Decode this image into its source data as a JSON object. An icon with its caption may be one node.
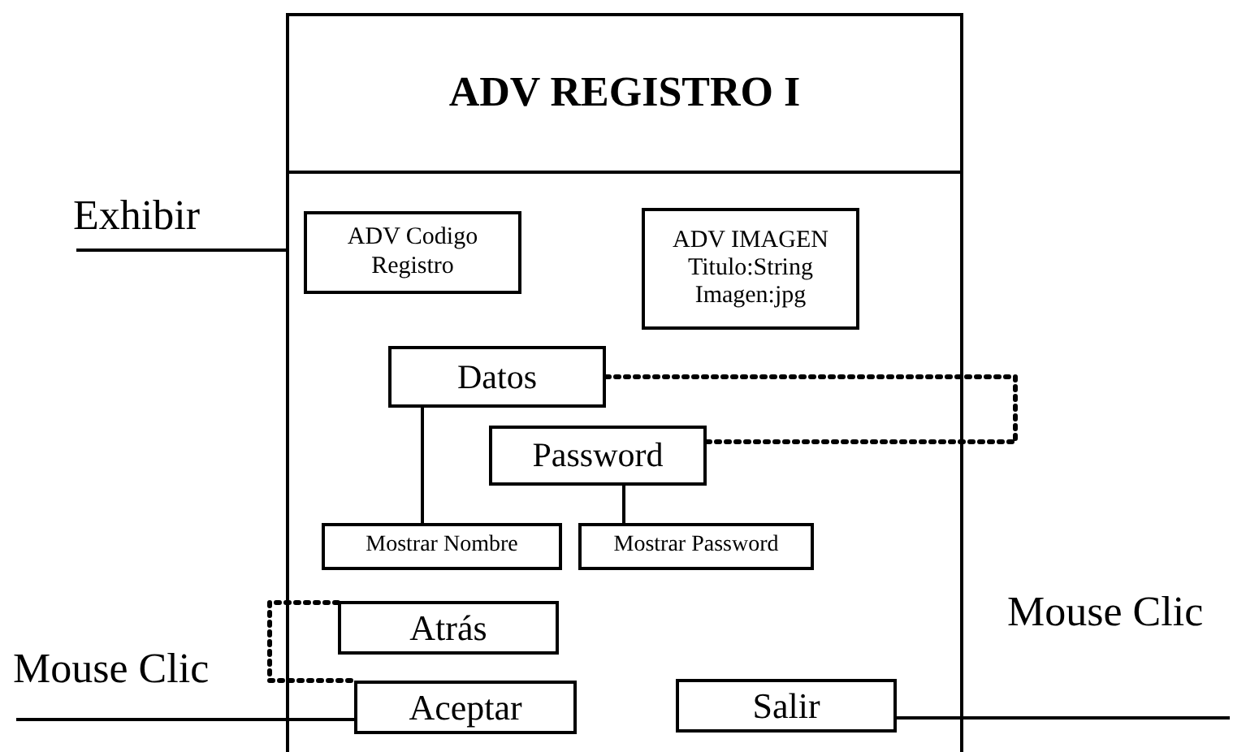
{
  "diagram": {
    "nodes": [
      {
        "text": [
          "ADV REGISTRO I"
        ]
      },
      {
        "text": [
          "ADV Codigo Registro"
        ],
        "in": 0
      },
      {
        "text": [
          "ADV IMAGEN",
          "Titulo:String",
          "Imagen:jpg"
        ],
        "in": 0
      },
      {
        "text": [
          "Datos"
        ],
        "in": 0
      },
      {
        "text": [
          "Password"
        ],
        "in": 0
      },
      {
        "text": [
          "Mostrar Nombre"
        ],
        "in": 0
      },
      {
        "text": [
          "Mostrar Password"
        ],
        "in": 0
      },
      {
        "text": [
          "Atrás"
        ],
        "in": 0
      },
      {
        "text": [
          "Aceptar"
        ],
        "in": 0
      },
      {
        "text": [
          "Salir"
        ],
        "in": 0
      },
      {
        "text": [
          "Exhibir"
        ]
      },
      {
        "text": [
          "Mouse Clic"
        ]
      },
      {
        "text": [
          "Mouse Clic"
        ]
      }
    ],
    "edges": [
      {
        "from": 10,
        "to": 0,
        "arrow": "none"
      },
      {
        "from": 3,
        "to": 5,
        "arrow": "none"
      },
      {
        "from": 4,
        "to": 6,
        "arrow": "none"
      },
      {
        "from": 3,
        "to": 4,
        "arrow": "none",
        "style": "dashed"
      },
      {
        "from": 7,
        "to": 8,
        "arrow": "none",
        "style": "dashed"
      },
      {
        "from": 11,
        "to": 8,
        "arrow": "none"
      },
      {
        "from": 9,
        "to": 12,
        "arrow": "none"
      }
    ]
  }
}
